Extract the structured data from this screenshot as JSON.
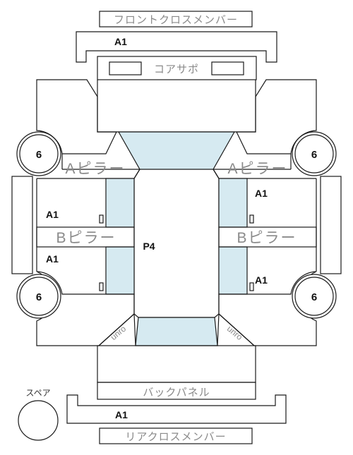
{
  "labels": {
    "front_cross_member": "フロントクロスメンバー",
    "rear_cross_member": "リアクロスメンバー",
    "core_support": "コアサポ",
    "back_panel": "バックパネル",
    "a_pillar": "Aピラー",
    "b_pillar": "Bピラー",
    "spare": "スペア",
    "corner": "unro"
  },
  "grades": {
    "front_member": "A1",
    "rear_member": "A1",
    "front_left_door": "A1",
    "rear_left_door": "A1",
    "front_right_door": "A1",
    "rear_right_door": "A1",
    "roof": "P4"
  },
  "wheels": {
    "front_left": "6",
    "front_right": "6",
    "rear_left": "6",
    "rear_right": "6"
  }
}
